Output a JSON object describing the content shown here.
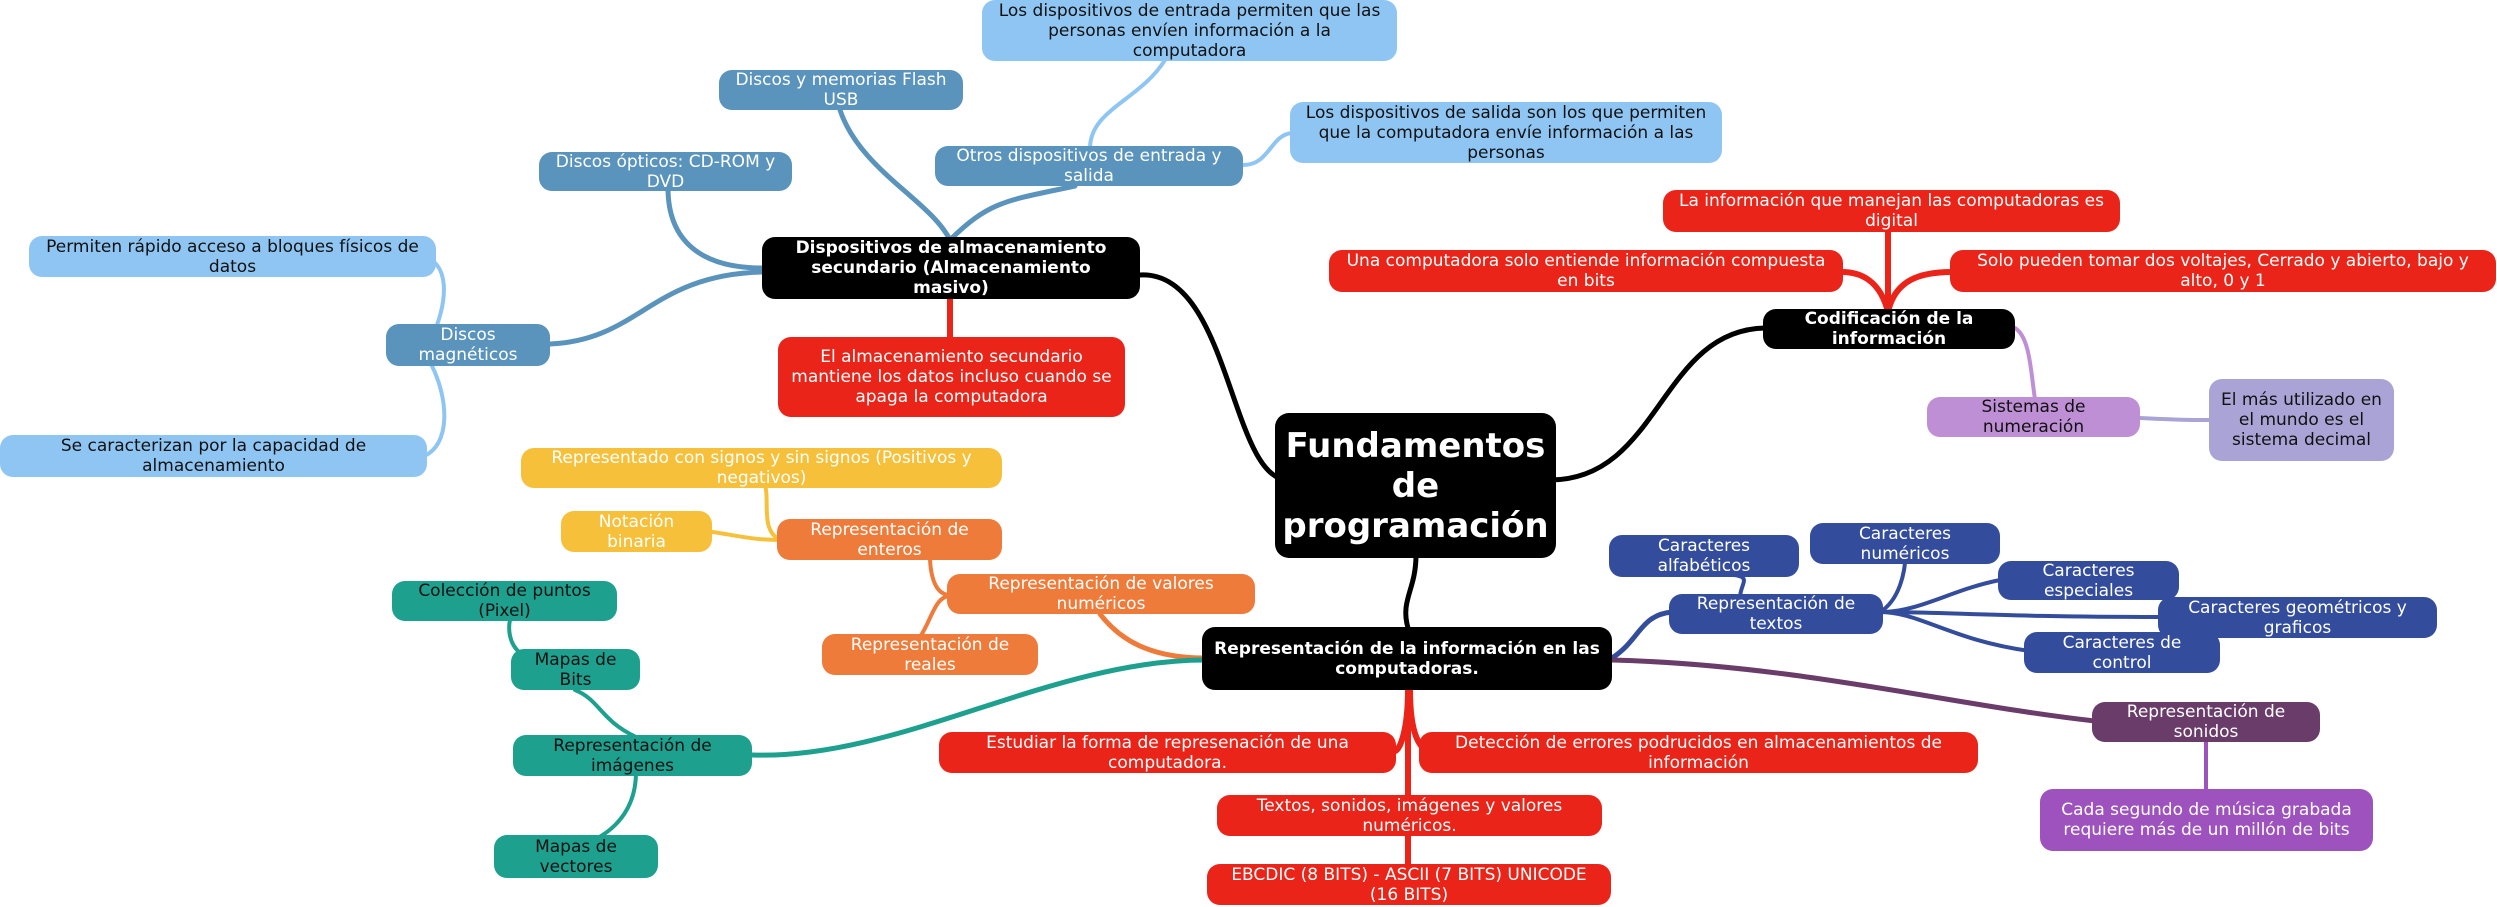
{
  "central": "Fundamentos de programación",
  "storage": {
    "title": "Dispositivos de almacenamiento secundario (Almacenamiento masivo)",
    "note": "El almacenamiento secundario mantiene los datos incluso cuando se apaga la computadora",
    "usb": "Discos y memorias Flash USB",
    "optical": "Discos ópticos: CD-ROM y DVD",
    "magnetic": "Discos magnéticos",
    "magnetic_fast": "Permiten rápido acceso a bloques físicos de datos",
    "magnetic_capacity": "Se caracterizan por la capacidad de almacenamiento",
    "io": "Otros dispositivos de entrada y salida",
    "io_input": "Los dispositivos de entrada permiten que las personas envíen información a la computadora",
    "io_output": "Los dispositivos de salida son los que permiten que la computadora envíe información a las personas"
  },
  "coding": {
    "title": "Codificación de la información",
    "digital": "La información que manejan las computadoras es digital",
    "bits": "Una computadora solo entiende información compuesta en bits",
    "voltages": "Solo pueden tomar dos voltajes, Cerrado y abierto, bajo y alto, 0 y 1",
    "numbering": "Sistemas de numeración",
    "decimal": "El más utilizado en el mundo es el sistema decimal"
  },
  "representation": {
    "title": "Representación de la información en las computadoras.",
    "study": "Estudiar la forma de represenación de una computadora.",
    "errors": "Detección de errores podrucidos en almacenamientos de información",
    "types": "Textos, sonidos, imágenes y valores numéricos.",
    "codes": "EBCDIC (8 BITS) - ASCII (7 BITS) UNICODE (16 BITS)",
    "numeric": "Representación de valores numéricos",
    "integers": "Representación de enteros",
    "signs": "Representado con signos y sin signos (Positivos y negativos)",
    "binary": "Notación binaria",
    "reals": "Representación de reales",
    "images": "Representación de imágenes",
    "bitmaps": "Mapas de Bits",
    "pixels": "Colección de puntos (Pixel)",
    "vectors": "Mapas de vectores",
    "texts": "Representación de textos",
    "alpha": "Caracteres alfabéticos",
    "numchars": "Caracteres numéricos",
    "special": "Caracteres especiales",
    "geometric": "Caracteres geométricos y graficos",
    "control": "Caracteres de control",
    "sounds": "Representación de sonidos",
    "music": "Cada segundo de música grabada requiere más de un millón de bits"
  },
  "colors": {
    "black": "#000000",
    "red": "#ea2418",
    "light_blue": "#8ec5f2",
    "mid_blue": "#5a93bc",
    "yellow": "#f7c03a",
    "orange": "#ef7b3a",
    "teal": "#1ea08f",
    "navy": "#334d9c",
    "lilac": "#be8fd4",
    "lavender": "#aaa3d6",
    "plum": "#6a3c6a",
    "violet": "#9d52bd"
  }
}
